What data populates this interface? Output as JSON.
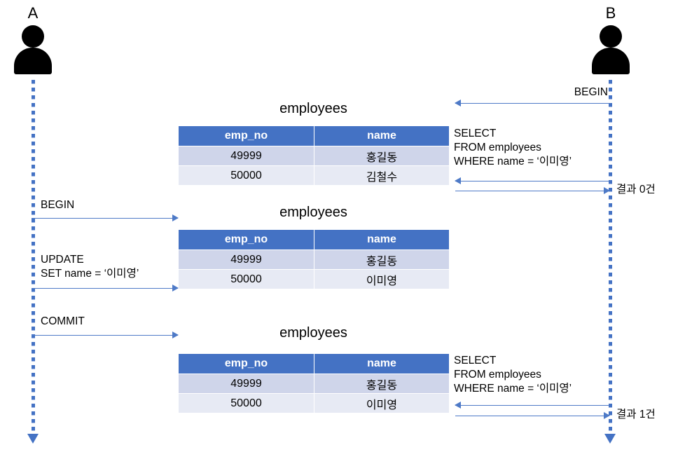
{
  "diagram": {
    "type": "sequence-diagram",
    "colors": {
      "header_blue": "#4472C4",
      "row_odd": "#CFD5EA",
      "row_even": "#E7EAF4",
      "arrow_blue": "#4E7AC7",
      "lifeline_blue": "#4472C4",
      "actor_black": "#000000"
    }
  },
  "actors": [
    {
      "id": "a",
      "label": "A"
    },
    {
      "id": "b",
      "label": "B"
    }
  ],
  "tables": [
    {
      "title": "employees",
      "columns": [
        "emp_no",
        "name"
      ],
      "rows": [
        [
          "49999",
          "홍길동"
        ],
        [
          "50000",
          "김철수"
        ]
      ]
    },
    {
      "title": "employees",
      "columns": [
        "emp_no",
        "name"
      ],
      "rows": [
        [
          "49999",
          "홍길동"
        ],
        [
          "50000",
          "이미영"
        ]
      ]
    },
    {
      "title": "employees",
      "columns": [
        "emp_no",
        "name"
      ],
      "rows": [
        [
          "49999",
          "홍길동"
        ],
        [
          "50000",
          "이미영"
        ]
      ]
    }
  ],
  "messages": {
    "b_begin": "BEGIN",
    "b_select_1": "SELECT\nFROM employees\nWHERE name = ‘이미영’",
    "b_result_1": "결과 0건",
    "a_begin": "BEGIN",
    "a_update": "UPDATE\nSET name = ‘이미영’",
    "a_commit": "COMMIT",
    "b_select_2": "SELECT\nFROM employees\nWHERE name = ‘이미영’",
    "b_result_2": "결과 1건"
  }
}
